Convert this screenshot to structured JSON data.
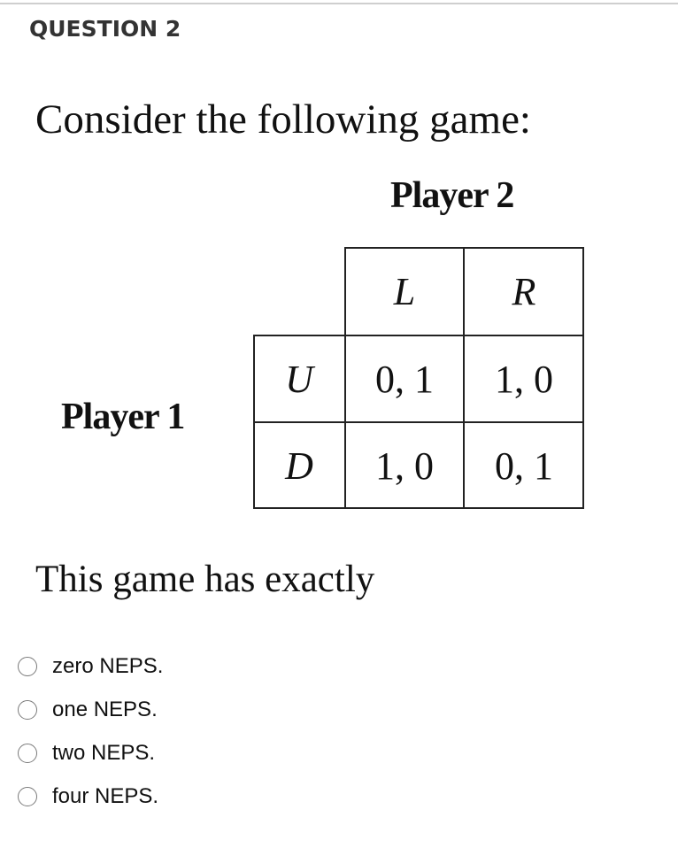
{
  "question": {
    "title": "QUESTION 2",
    "intro": "Consider the following game:",
    "tail": "This game has exactly"
  },
  "game": {
    "column_player": "Player 2",
    "row_player": "Player 1",
    "column_strategies": [
      "L",
      "R"
    ],
    "row_strategies": [
      "U",
      "D"
    ],
    "payoffs": [
      [
        "0, 1",
        "1, 0"
      ],
      [
        "1, 0",
        "0, 1"
      ]
    ]
  },
  "options": [
    {
      "label": "zero NEPS.",
      "selected": false
    },
    {
      "label": "one NEPS.",
      "selected": false
    },
    {
      "label": "two NEPS.",
      "selected": false
    },
    {
      "label": "four NEPS.",
      "selected": false
    }
  ],
  "colors": {
    "title_text": "#333333",
    "body_text": "#111111",
    "rule": "#cfcfcf",
    "radio_border": "#7a7a7a"
  }
}
